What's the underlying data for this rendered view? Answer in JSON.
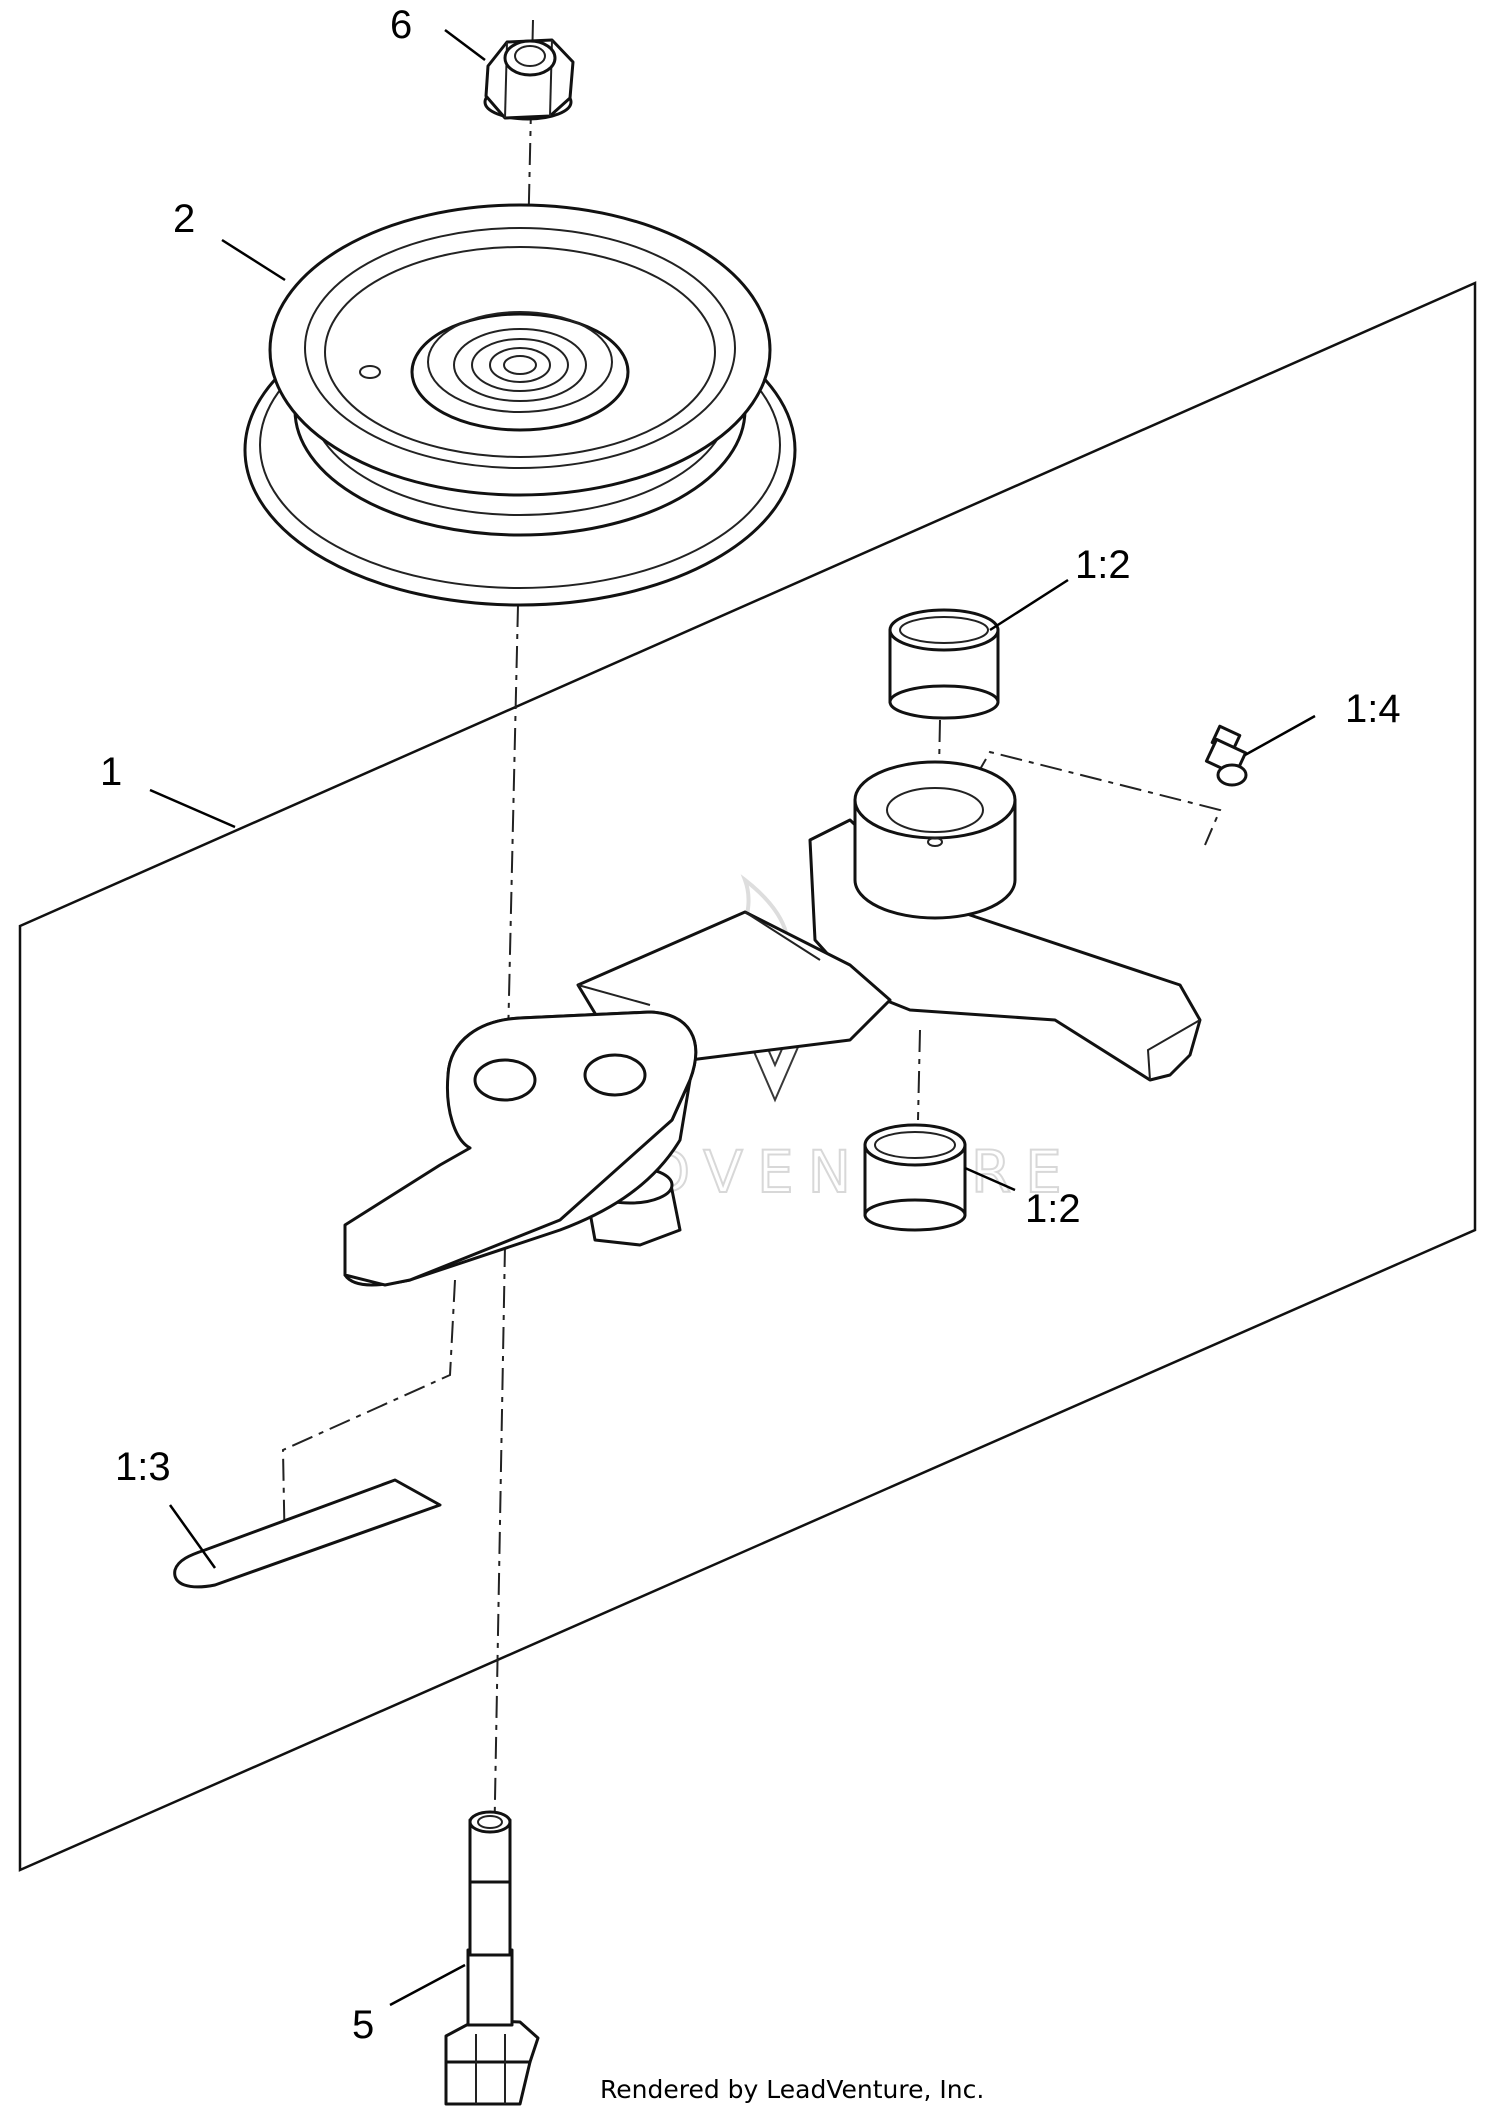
{
  "diagram": {
    "callouts": {
      "item_6": "6",
      "item_2": "2",
      "item_1": "1",
      "item_1_2_upper": "1:2",
      "item_1_4": "1:4",
      "item_1_2_lower": "1:2",
      "item_1_3": "1:3",
      "item_5": "5"
    },
    "watermark": "LEADVENTURE",
    "credit": "Rendered by LeadVenture, Inc."
  }
}
